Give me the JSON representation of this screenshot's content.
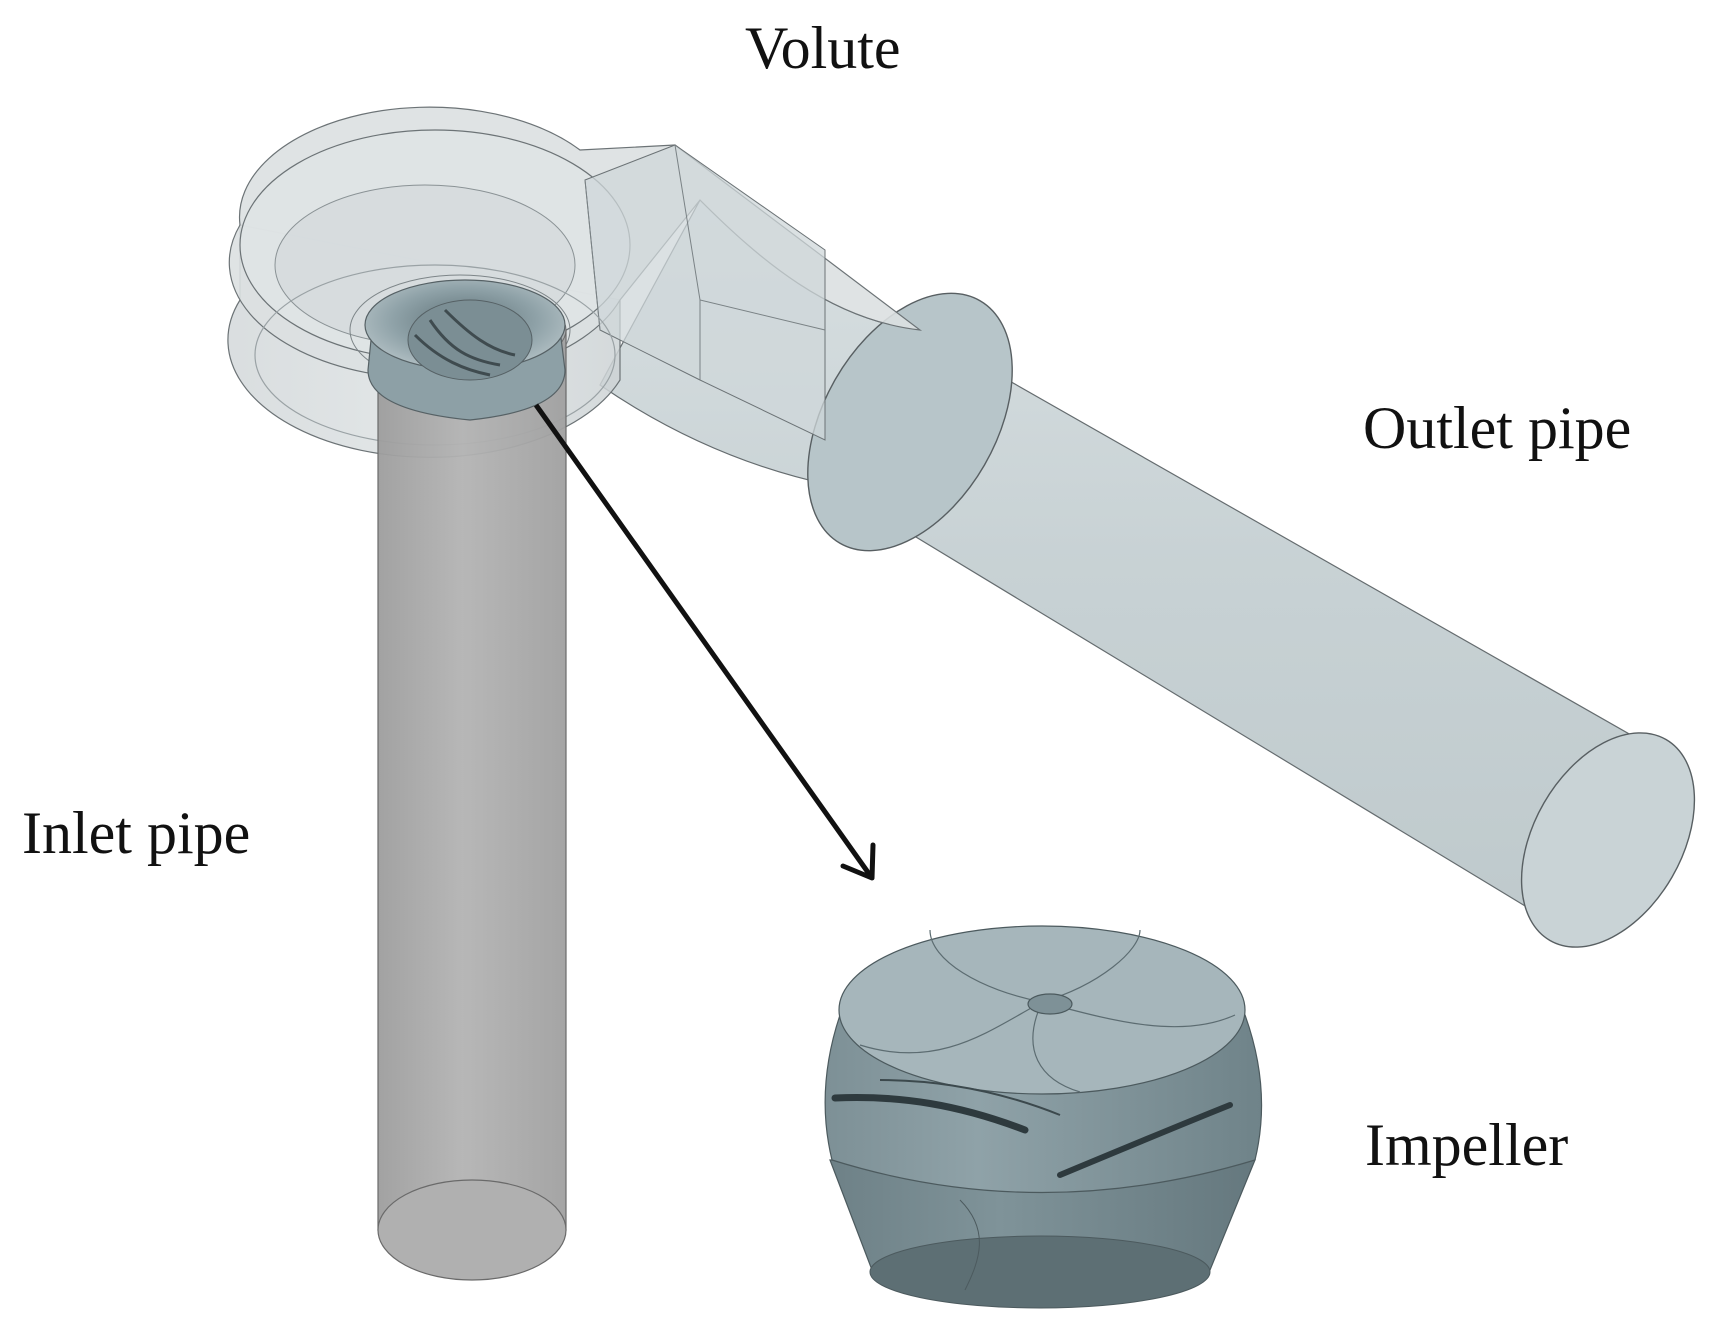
{
  "labels": {
    "volute": "Volute",
    "outlet_pipe": "Outlet pipe",
    "inlet_pipe": "Inlet pipe",
    "impeller": "Impeller"
  },
  "colors": {
    "volute_fill": "#d6dcdd",
    "outlet_pipe_fill": "#c4cfd2",
    "inlet_pipe_fill": "#a6a6a6",
    "impeller_fill": "#8fa2a8",
    "arrow": "#111111",
    "edge": "#555b5e"
  }
}
